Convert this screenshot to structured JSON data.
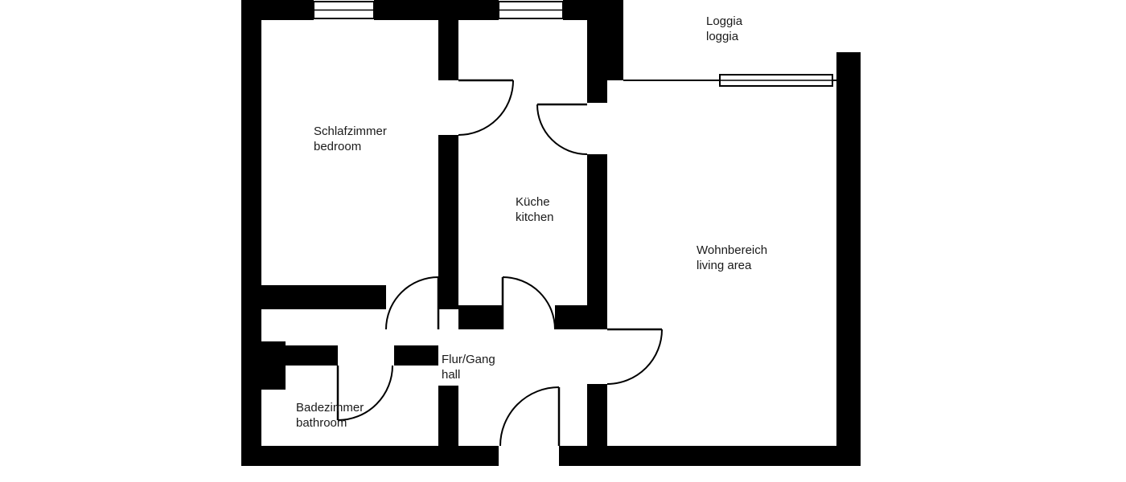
{
  "plan": {
    "rooms": {
      "bedroom": {
        "de": "Schlafzimmer",
        "en": "bedroom"
      },
      "kitchen": {
        "de": "Küche",
        "en": "kitchen"
      },
      "loggia": {
        "de": "Loggia",
        "en": "loggia"
      },
      "living": {
        "de": "Wohnbereich",
        "en": "living area"
      },
      "hall": {
        "de": "Flur/Gang",
        "en": "hall"
      },
      "bathroom": {
        "de": "Badezimmer",
        "en": "bathroom"
      }
    },
    "colors": {
      "wall": "#000000",
      "floor": "#ffffff",
      "text": "#1a1a1a"
    }
  }
}
